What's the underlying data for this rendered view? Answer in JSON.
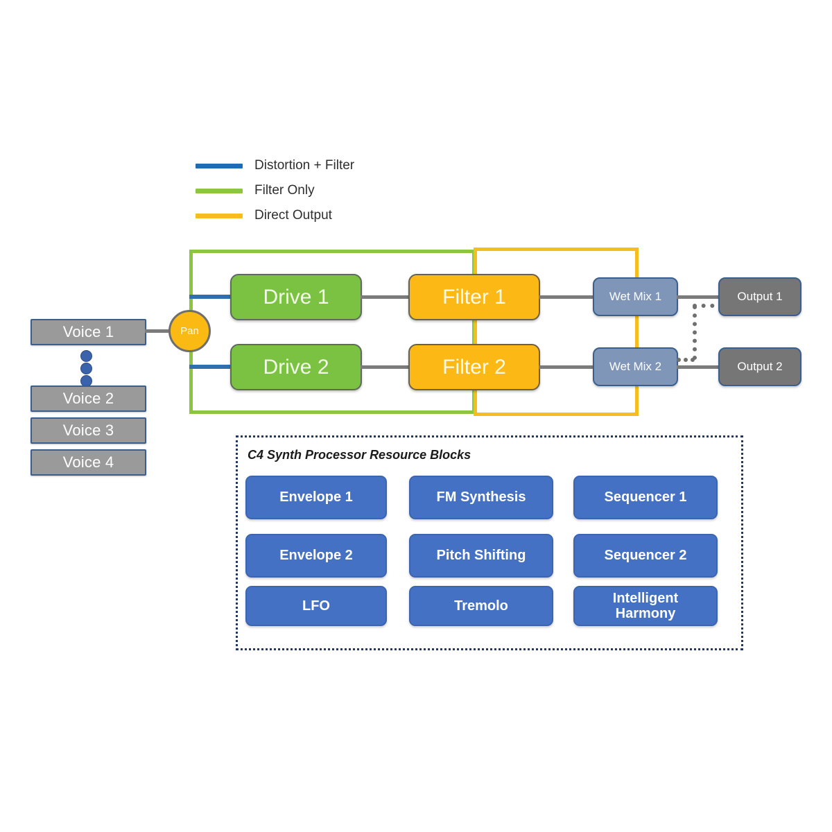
{
  "legend": {
    "items": [
      {
        "label": "Distortion + Filter",
        "color": "#1f6cb4"
      },
      {
        "label": "Filter Only",
        "color": "#8cc63f"
      },
      {
        "label": "Direct Output",
        "color": "#f5bd1f"
      }
    ]
  },
  "voices": {
    "items": [
      {
        "label": "Voice 1"
      },
      {
        "label": "Voice 2"
      },
      {
        "label": "Voice 3"
      },
      {
        "label": "Voice 4"
      }
    ],
    "ellipsis_dots": 3
  },
  "pan": {
    "label": "Pan"
  },
  "chain": {
    "drive": [
      {
        "label": "Drive 1"
      },
      {
        "label": "Drive 2"
      }
    ],
    "filter": [
      {
        "label": "Filter 1"
      },
      {
        "label": "Filter 2"
      }
    ],
    "wet_mix": [
      {
        "label": "Wet Mix 1"
      },
      {
        "label": "Wet Mix 2"
      }
    ],
    "output": [
      {
        "label": "Output 1"
      },
      {
        "label": "Output 2"
      }
    ]
  },
  "resource_panel": {
    "title": "C4 Synth Processor Resource Blocks",
    "blocks": [
      {
        "label": "Envelope 1"
      },
      {
        "label": "FM Synthesis"
      },
      {
        "label": "Sequencer 1"
      },
      {
        "label": "Envelope 2"
      },
      {
        "label": "Pitch Shifting"
      },
      {
        "label": "Sequencer 2"
      },
      {
        "label": "LFO"
      },
      {
        "label": "Tremolo"
      },
      {
        "label": "Intelligent Harmony"
      }
    ]
  },
  "colors": {
    "blue_path": "#1f6cb4",
    "green_path": "#8cc63f",
    "yellow_path": "#f5bd1f",
    "drive": "#7cc242",
    "filter": "#fcb814",
    "wet_mix": "#7f96b8",
    "output": "#767676",
    "voice": "#9a9a9a",
    "resource": "#4471c4",
    "wire": "#7b7b7b"
  }
}
